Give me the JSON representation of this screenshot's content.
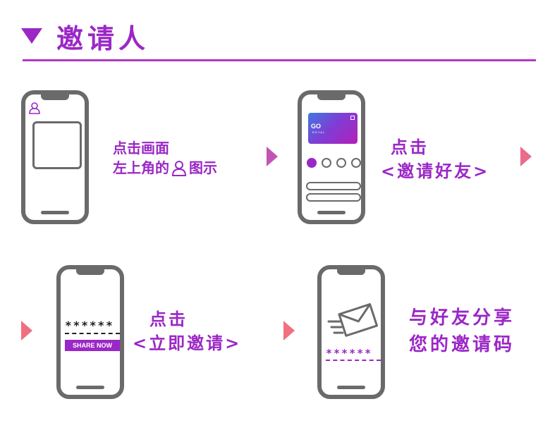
{
  "title": "邀请人",
  "steps": [
    {
      "line1": "点击画面",
      "line2_a": "左上角的",
      "line2_b": "图示"
    },
    {
      "line1": "点击",
      "line2": "<邀请好友>",
      "card_logo": "GO",
      "card_sub": "ROYAL"
    },
    {
      "line1": "点击",
      "line2": "<立即邀请>",
      "stars": "******",
      "button": "SHARE NOW"
    },
    {
      "line1": "与好友分享",
      "line2": "您的邀请码",
      "stars": "******"
    }
  ],
  "colors": {
    "accent": "#9b27c6",
    "divider": "#b03ac2",
    "phone": "#6a6a6a",
    "arrow_purple": "#c254b6",
    "arrow_pink": "#f07080"
  },
  "icons": [
    "person-icon",
    "envelope-icon"
  ]
}
